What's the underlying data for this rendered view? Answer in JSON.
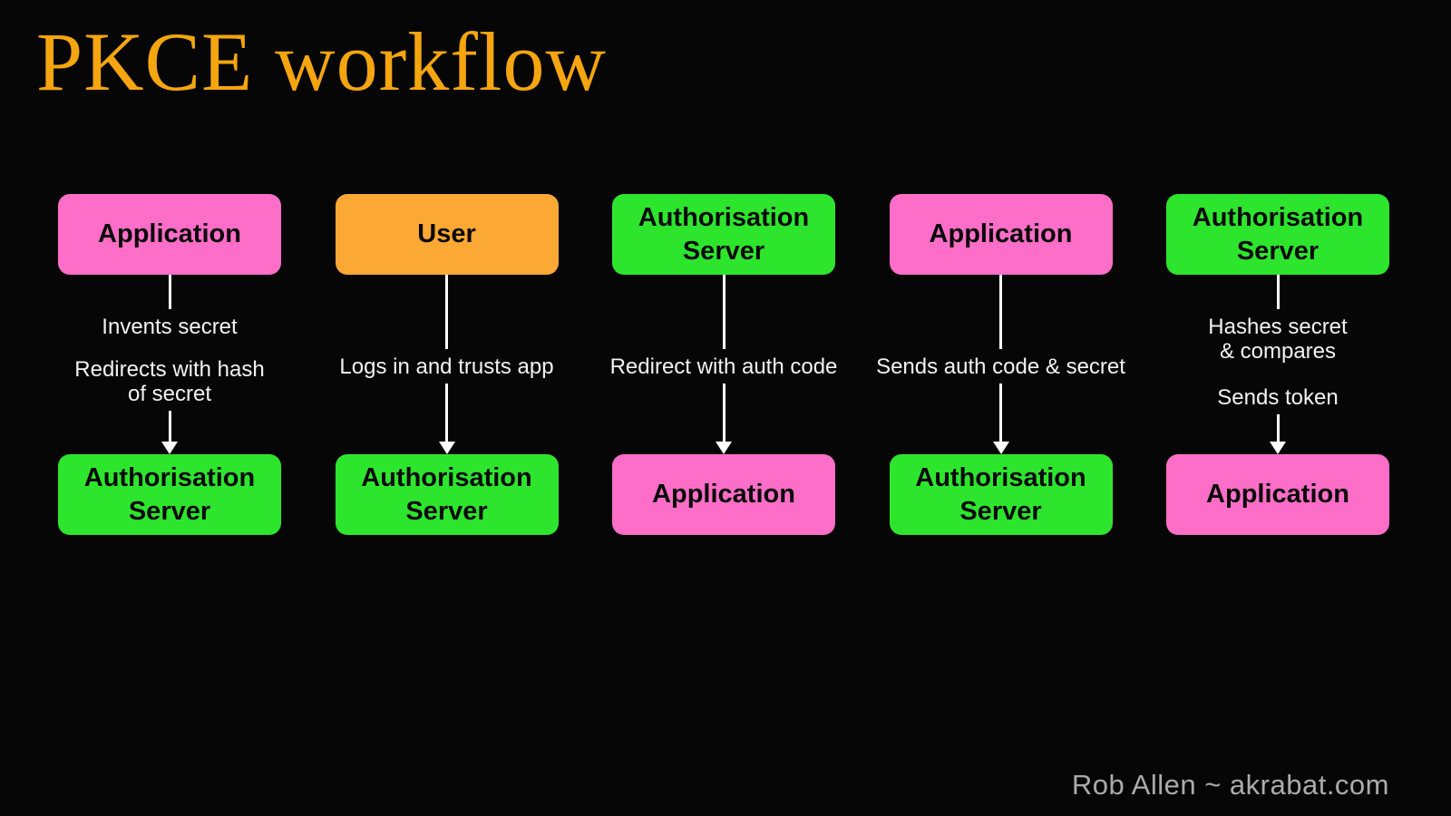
{
  "title": "PKCE workflow",
  "footer": "Rob Allen ~ akrabat.com",
  "colors": {
    "background": "#060606",
    "title_orange": "#F5A50F",
    "pink": "#FD6EC8",
    "green": "#2EE52E",
    "orange": "#FCA834",
    "label_white": "#F2F2F2"
  },
  "flow": {
    "columns": [
      {
        "top": {
          "label": "Application",
          "color": "pink"
        },
        "steps": [
          "Invents secret",
          "Redirects with hash\nof secret"
        ],
        "bottom": {
          "label": "Authorisation\nServer",
          "color": "green"
        }
      },
      {
        "top": {
          "label": "User",
          "color": "orange"
        },
        "steps": [
          "Logs in and trusts app"
        ],
        "bottom": {
          "label": "Authorisation\nServer",
          "color": "green"
        }
      },
      {
        "top": {
          "label": "Authorisation\nServer",
          "color": "green"
        },
        "steps": [
          "Redirect with auth code"
        ],
        "bottom": {
          "label": "Application",
          "color": "pink"
        }
      },
      {
        "top": {
          "label": "Application",
          "color": "pink"
        },
        "steps": [
          "Sends auth code & secret"
        ],
        "bottom": {
          "label": "Authorisation\nServer",
          "color": "green"
        }
      },
      {
        "top": {
          "label": "Authorisation\nServer",
          "color": "green"
        },
        "steps": [
          "Hashes secret\n& compares",
          "Sends token"
        ],
        "bottom": {
          "label": "Application",
          "color": "pink"
        }
      }
    ]
  }
}
